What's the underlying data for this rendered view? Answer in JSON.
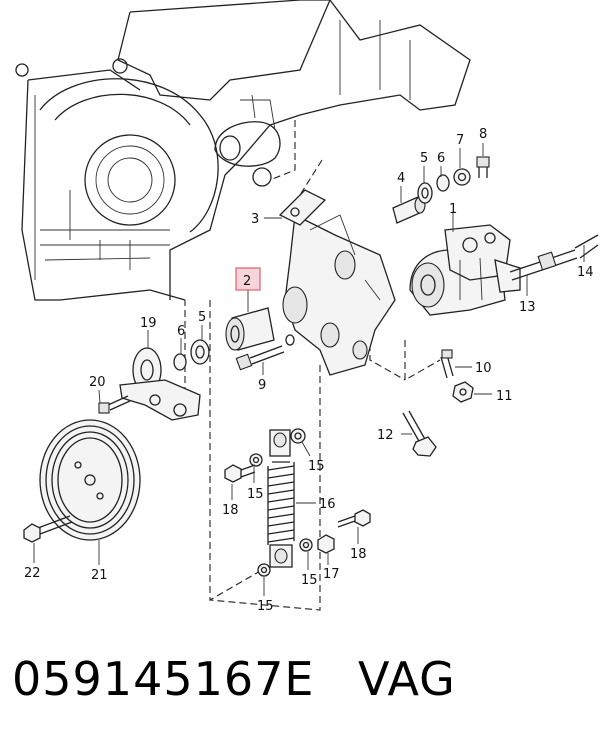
{
  "callouts": {
    "c1": "1",
    "c2": "2",
    "c3": "3",
    "c4": "4",
    "c5a": "5",
    "c5b": "5",
    "c6a": "6",
    "c6b": "6",
    "c7": "7",
    "c8": "8",
    "c9": "9",
    "c10": "10",
    "c11": "11",
    "c12": "12",
    "c13": "13",
    "c14": "14",
    "c15a": "15",
    "c15b": "15",
    "c15c": "15",
    "c15d": "15",
    "c16": "16",
    "c17": "17",
    "c18a": "18",
    "c18b": "18",
    "c19": "19",
    "c20": "20",
    "c21": "21",
    "c22": "22"
  },
  "highlight_color": "#e06070",
  "footer": {
    "part_number": "059145167E",
    "brand": "VAG"
  }
}
